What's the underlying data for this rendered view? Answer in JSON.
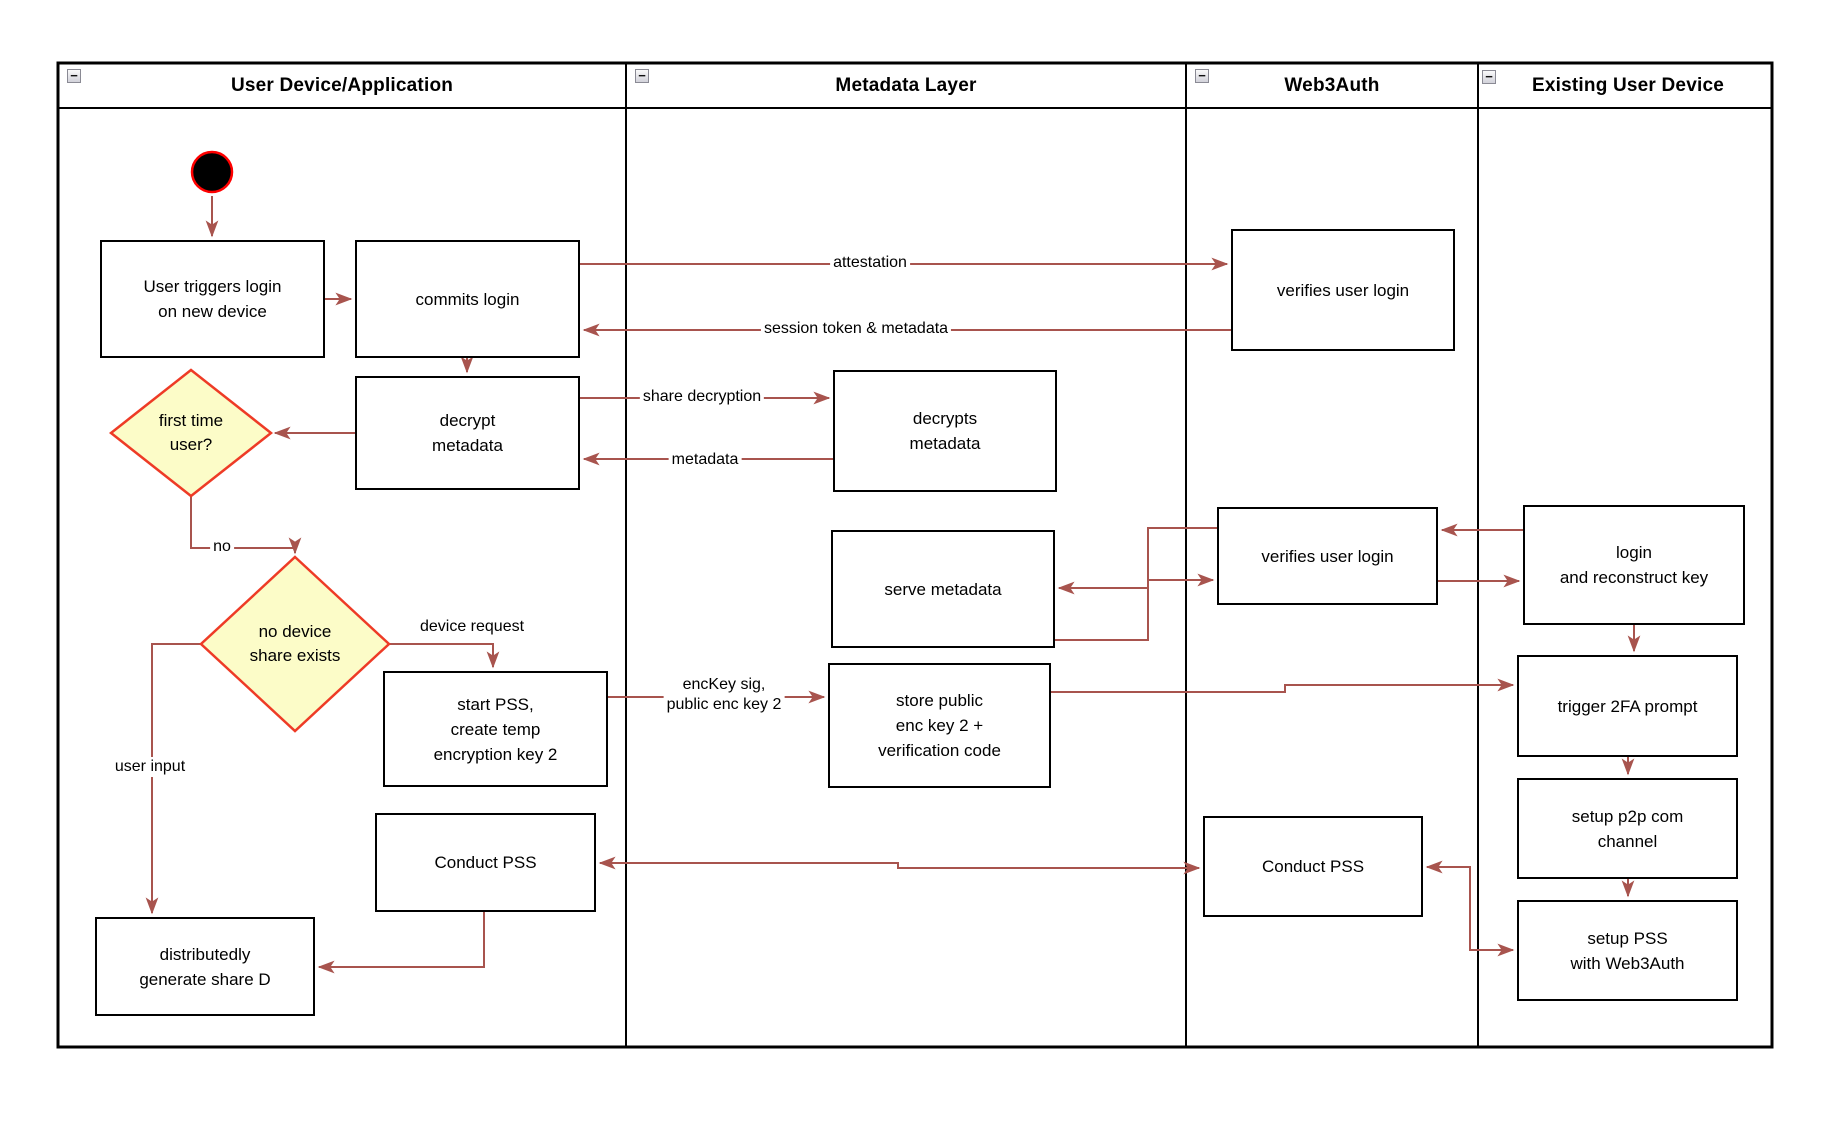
{
  "icons": {
    "minus": "−"
  },
  "lanes": [
    {
      "label": "User Device/Application"
    },
    {
      "label": "Metadata Layer"
    },
    {
      "label": "Web3Auth"
    },
    {
      "label": "Existing User Device"
    }
  ],
  "nodes": {
    "user_triggers": {
      "label": "User triggers login\non new device"
    },
    "commits_login": {
      "label": "commits login"
    },
    "verifies_top": {
      "label": "verifies user login"
    },
    "decrypt_metadata": {
      "label": "decrypt\nmetadata"
    },
    "first_time": {
      "label": "first time\nuser?"
    },
    "decrypts_metadata": {
      "label": "decrypts\nmetadata"
    },
    "serve_metadata": {
      "label": "serve metadata"
    },
    "verifies_mid": {
      "label": "verifies user login"
    },
    "login_reconstruct": {
      "label": "login\nand reconstruct key"
    },
    "no_device_share": {
      "label": "no device\nshare exists"
    },
    "start_pss": {
      "label": "start PSS,\ncreate temp\nencryption key 2"
    },
    "store_public": {
      "label": "store public\nenc key 2 +\nverification code"
    },
    "trigger_2fa": {
      "label": "trigger 2FA prompt"
    },
    "setup_p2p": {
      "label": "setup p2p com\nchannel"
    },
    "setup_pss": {
      "label": "setup PSS\nwith Web3Auth"
    },
    "conduct_pss_ud": {
      "label": "Conduct PSS"
    },
    "conduct_pss_w3a": {
      "label": "Conduct PSS"
    },
    "distributedly": {
      "label": "distributedly\ngenerate share D"
    }
  },
  "edge_labels": {
    "attestation": "attestation",
    "session_token": "session token & metadata",
    "share_decryption": "share decryption",
    "metadata": "metadata",
    "no": "no",
    "device_request": "device request",
    "user_input": "user input",
    "enckey": "encKey sig,\npublic enc key 2"
  },
  "colors": {
    "edge": "#A8544E",
    "shape_border": "#000000",
    "diamond_fill": "#FCFCC8",
    "diamond_border": "#EE3B26",
    "start_fill": "#000000",
    "start_ring": "#FF0000"
  }
}
